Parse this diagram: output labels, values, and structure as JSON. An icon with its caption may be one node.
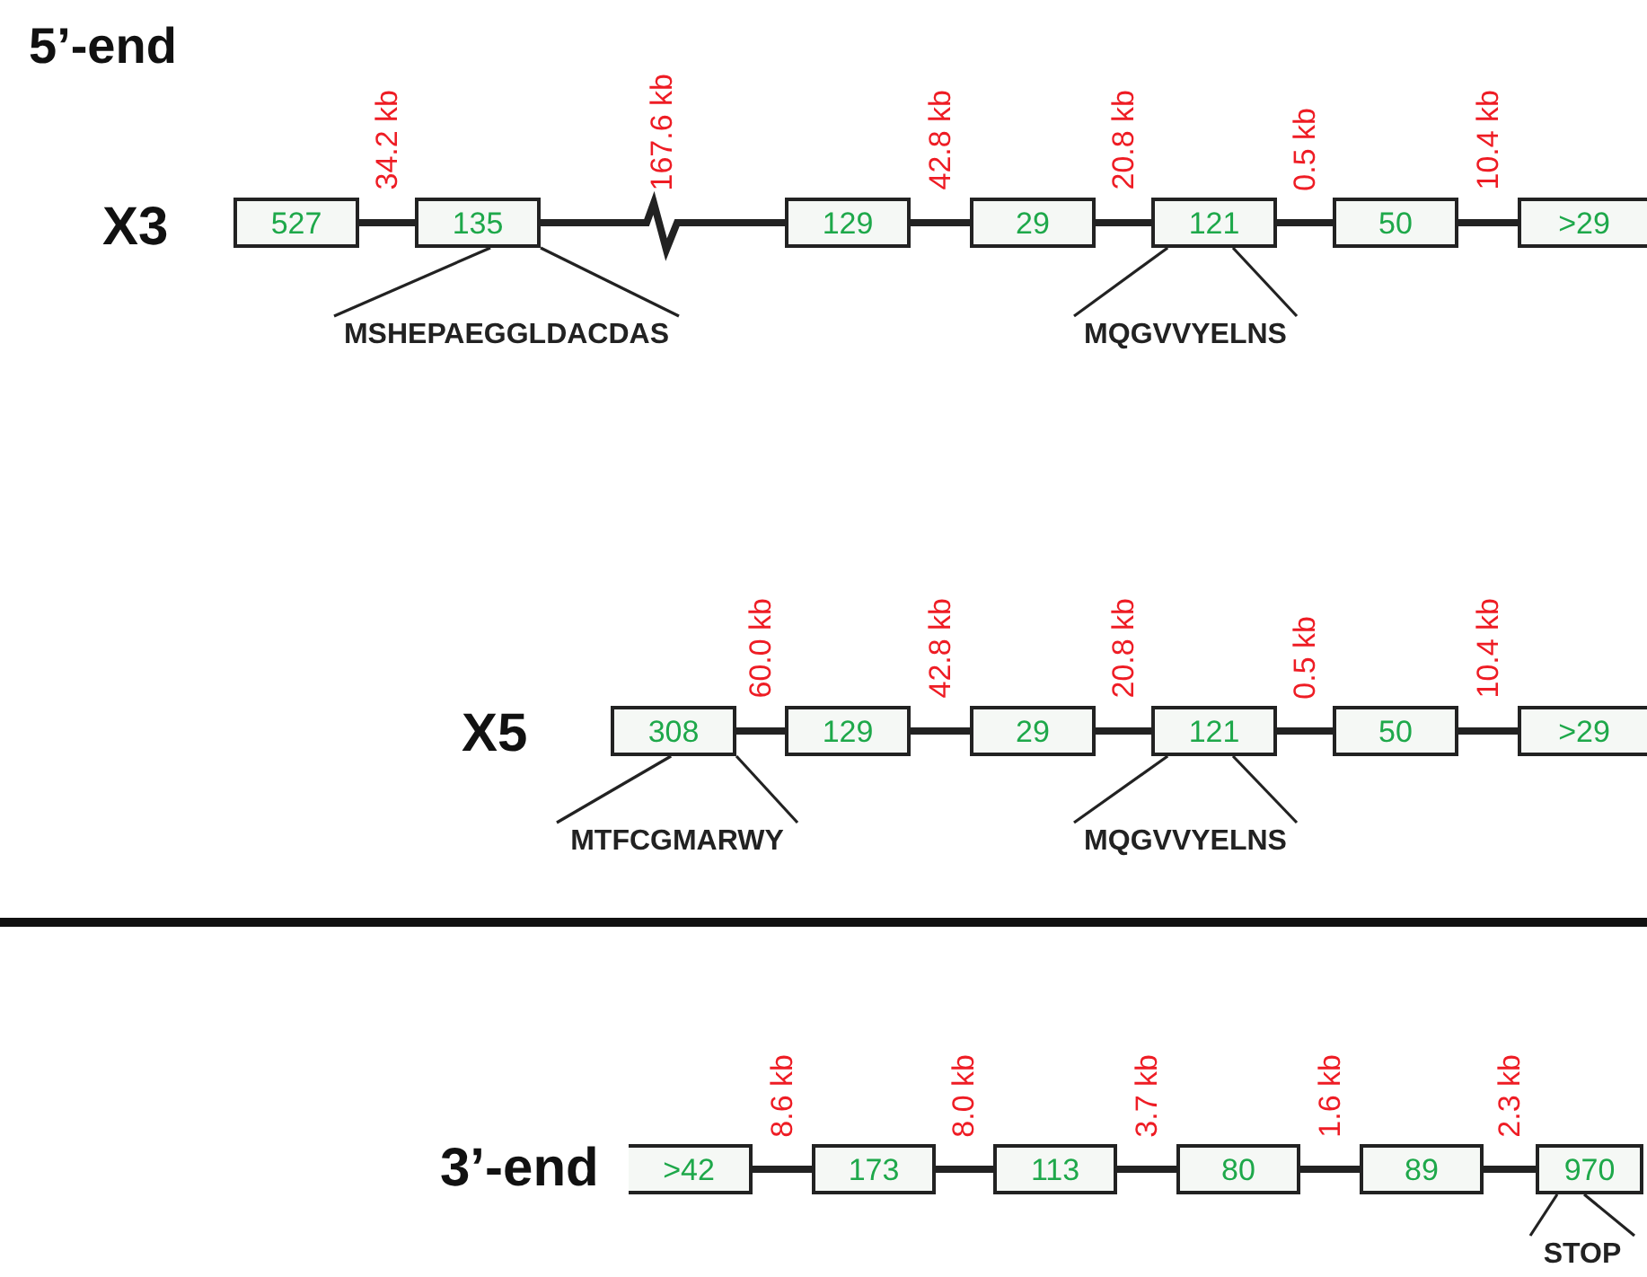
{
  "diagram": {
    "nodes": [
      {
        "text": [
          "527"
        ]
      },
      {
        "text": [
          "135"
        ]
      },
      {
        "text": [
          "129"
        ]
      },
      {
        "text": [
          "29"
        ]
      },
      {
        "text": [
          "121"
        ]
      },
      {
        "text": [
          "50"
        ]
      },
      {
        "text": [
          ">29"
        ]
      },
      {
        "text": [
          "MSHEPAEGGLDACDAS"
        ]
      },
      {
        "text": [
          "MQGVVYELNS"
        ]
      },
      {
        "text": [
          "308"
        ]
      },
      {
        "text": [
          "129"
        ]
      },
      {
        "text": [
          "29"
        ]
      },
      {
        "text": [
          "121"
        ]
      },
      {
        "text": [
          "50"
        ]
      },
      {
        "text": [
          ">29"
        ]
      },
      {
        "text": [
          "MTFCGMARWY"
        ]
      },
      {
        "text": [
          "MQGVVYELNS"
        ]
      },
      {
        "text": [
          ">42"
        ]
      },
      {
        "text": [
          "173"
        ]
      },
      {
        "text": [
          "113"
        ]
      },
      {
        "text": [
          "80"
        ]
      },
      {
        "text": [
          "89"
        ]
      },
      {
        "text": [
          "970"
        ]
      },
      {
        "text": [
          "STOP"
        ]
      }
    ],
    "edges": [
      {
        "from": 0,
        "to": 1,
        "arrow": "none",
        "label": "34.2 kb"
      },
      {
        "from": 1,
        "to": 2,
        "arrow": "none",
        "label": "167.6 kb"
      },
      {
        "from": 2,
        "to": 3,
        "arrow": "none",
        "label": "42.8 kb"
      },
      {
        "from": 3,
        "to": 4,
        "arrow": "none",
        "label": "20.8 kb"
      },
      {
        "from": 4,
        "to": 5,
        "arrow": "none",
        "label": "0.5 kb"
      },
      {
        "from": 5,
        "to": 6,
        "arrow": "none",
        "label": "10.4 kb"
      },
      {
        "from": 1,
        "to": 7,
        "arrow": "none"
      },
      {
        "from": 1,
        "to": 7,
        "arrow": "none"
      },
      {
        "from": 4,
        "to": 8,
        "arrow": "none"
      },
      {
        "from": 4,
        "to": 8,
        "arrow": "none"
      },
      {
        "from": 9,
        "to": 10,
        "arrow": "none",
        "label": "60.0 kb"
      },
      {
        "from": 10,
        "to": 11,
        "arrow": "none",
        "label": "42.8 kb"
      },
      {
        "from": 11,
        "to": 12,
        "arrow": "none",
        "label": "20.8 kb"
      },
      {
        "from": 12,
        "to": 13,
        "arrow": "none",
        "label": "0.5 kb"
      },
      {
        "from": 13,
        "to": 14,
        "arrow": "none",
        "label": "10.4 kb"
      },
      {
        "from": 9,
        "to": 15,
        "arrow": "none"
      },
      {
        "from": 9,
        "to": 15,
        "arrow": "none"
      },
      {
        "from": 12,
        "to": 16,
        "arrow": "none"
      },
      {
        "from": 12,
        "to": 16,
        "arrow": "none"
      },
      {
        "from": 17,
        "to": 18,
        "arrow": "none",
        "label": "8.6 kb"
      },
      {
        "from": 18,
        "to": 19,
        "arrow": "none",
        "label": "8.0 kb"
      },
      {
        "from": 19,
        "to": 20,
        "arrow": "none",
        "label": "3.7 kb"
      },
      {
        "from": 20,
        "to": 21,
        "arrow": "none",
        "label": "1.6 kb"
      },
      {
        "from": 21,
        "to": 22,
        "arrow": "none",
        "label": "2.3 kb"
      },
      {
        "from": 22,
        "to": 23,
        "arrow": "none"
      },
      {
        "from": 22,
        "to": 23,
        "arrow": "none"
      }
    ],
    "labels": [
      "5’-end",
      "X3",
      "X5",
      "3’-end"
    ]
  }
}
